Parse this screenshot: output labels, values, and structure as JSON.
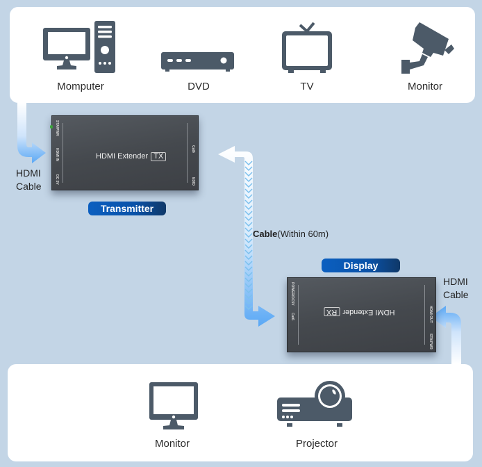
{
  "diagram": {
    "title": "HDMI Extender connection diagram",
    "colors": {
      "background": "#c3d5e6",
      "panel": "#ffffff",
      "icon": "#4c5a68",
      "arrow_blue": "#5aa8f5",
      "pill_blue": "#0b5fc0",
      "device_body": "#4a4e53"
    },
    "sources": [
      {
        "label": "Momputer",
        "icon": "desktop-computer-icon"
      },
      {
        "label": "DVD",
        "icon": "dvd-player-icon"
      },
      {
        "label": "TV",
        "icon": "tv-icon"
      },
      {
        "label": "Monitor",
        "icon": "security-camera-icon"
      }
    ],
    "displays": [
      {
        "label": "Monitor",
        "icon": "monitor-icon"
      },
      {
        "label": "Projector",
        "icon": "projector-icon"
      }
    ],
    "transmitter": {
      "name": "HDMI Extender",
      "tag": "TX",
      "badge": "Transmitter",
      "ports_left": [
        "STA/PWR",
        "HDMI IN",
        "DC 5V"
      ],
      "ports_right": [
        "Cat6",
        "EDID"
      ]
    },
    "receiver": {
      "name": "HDMI Extender",
      "tag": "RX",
      "badge": "Display",
      "ports_left": [
        "POWER/DC5V",
        "Cat6"
      ],
      "ports_right": [
        "HDMI OUT",
        "STA/PWR"
      ]
    },
    "input_cable": {
      "line1": "HDMI",
      "line2": "Cable"
    },
    "output_cable": {
      "line1": "HDMI",
      "line2": "Cable"
    },
    "link_cable": {
      "label_bold": "Cable",
      "label_rest": "(Within 60m)"
    }
  }
}
